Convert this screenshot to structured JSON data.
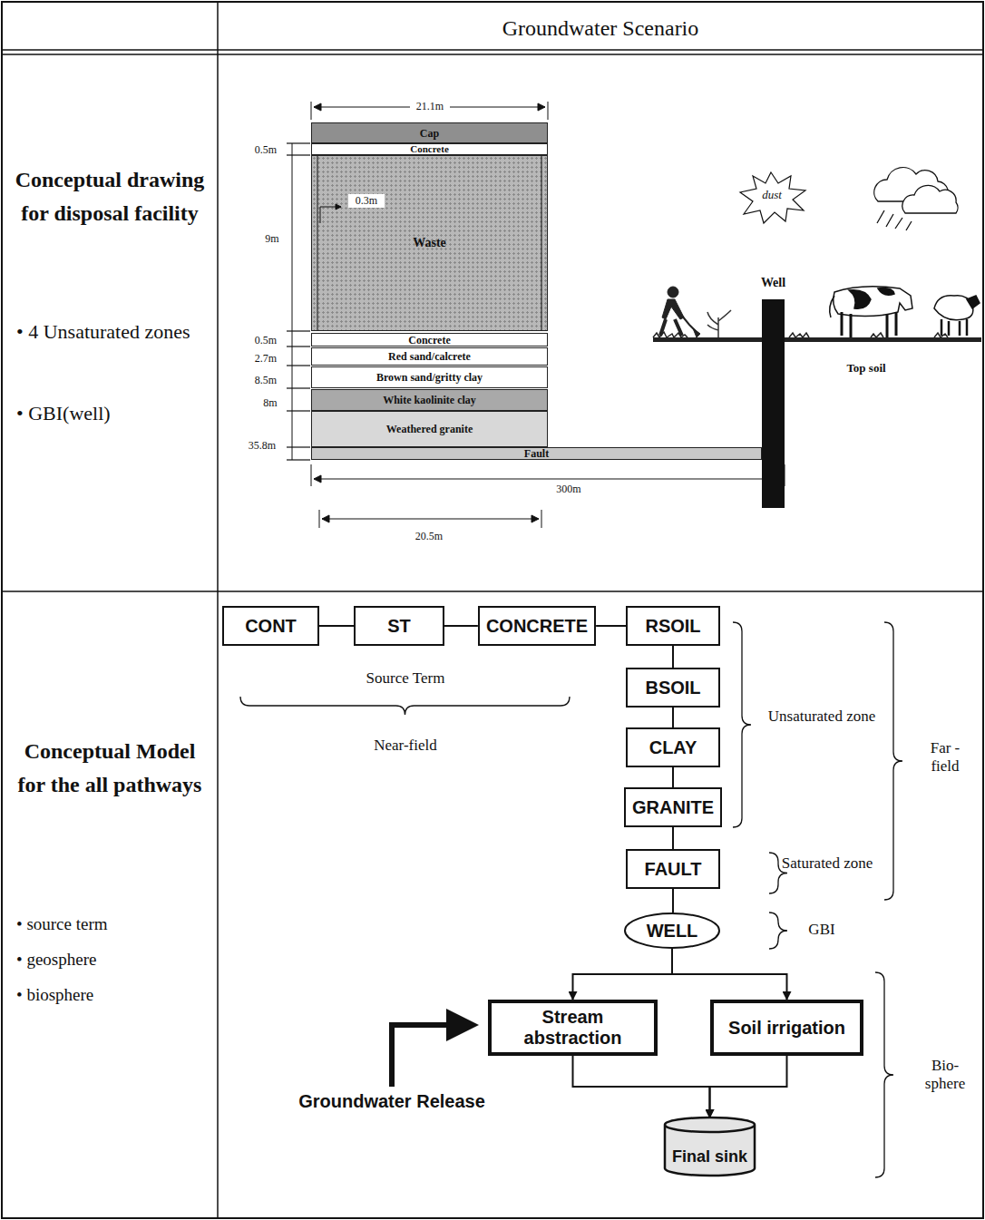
{
  "diagram": {
    "nodes": [
      {
        "text": [
          "Cap"
        ]
      },
      {
        "text": [
          "Concrete"
        ]
      },
      {
        "text": [
          "Waste"
        ]
      },
      {
        "text": [
          "Concrete"
        ]
      },
      {
        "text": [
          "Red sand/calcrete"
        ]
      },
      {
        "text": [
          "Brown sand/gritty clay"
        ]
      },
      {
        "text": [
          "White kaolinite clay"
        ]
      },
      {
        "text": [
          "Weathered granite"
        ]
      },
      {
        "text": [
          "Fault"
        ]
      },
      {
        "text": [
          "Well"
        ]
      },
      {
        "text": [
          "CONT"
        ]
      },
      {
        "text": [
          "ST"
        ]
      },
      {
        "text": [
          "CONCRETE"
        ]
      },
      {
        "text": [
          "RSOIL"
        ]
      },
      {
        "text": [
          "BSOIL"
        ]
      },
      {
        "text": [
          "CLAY"
        ]
      },
      {
        "text": [
          "GRANITE"
        ]
      },
      {
        "text": [
          "FAULT"
        ]
      },
      {
        "text": [
          "WELL"
        ]
      },
      {
        "text": [
          "Stream abstraction"
        ]
      },
      {
        "text": [
          "Soil irrigation"
        ]
      },
      {
        "text": [
          "Final sink"
        ]
      }
    ],
    "edges": [
      {
        "from": 10,
        "to": 11,
        "arrow": "none"
      },
      {
        "from": 11,
        "to": 12,
        "arrow": "none"
      },
      {
        "from": 12,
        "to": 13,
        "arrow": "none"
      },
      {
        "from": 13,
        "to": 14,
        "arrow": "none"
      },
      {
        "from": 14,
        "to": 15,
        "arrow": "none"
      },
      {
        "from": 15,
        "to": 16,
        "arrow": "none"
      },
      {
        "from": 16,
        "to": 17,
        "arrow": "none"
      },
      {
        "from": 17,
        "to": 18,
        "arrow": "none"
      },
      {
        "from": 18,
        "to": 19,
        "arrow": "to"
      },
      {
        "from": 18,
        "to": 20,
        "arrow": "to"
      },
      {
        "from": 19,
        "to": 21,
        "arrow": "to"
      },
      {
        "from": 20,
        "to": 21,
        "arrow": "to"
      }
    ],
    "labels": [
      "Groundwater Scenario",
      "Conceptual drawing for disposal facility",
      "• 4 Unsaturated zones",
      "• GBI(well)",
      "Conceptual Model for the all pathways",
      "• source term",
      "• geosphere",
      "• biosphere",
      "21.1m",
      "0.5m",
      "9m",
      "0.3m",
      "0.5m",
      "2.7m",
      "8.5m",
      "8m",
      "35.8m",
      "300m",
      "20.5m",
      "dust",
      "Top soil",
      "Source Term",
      "Near-field",
      "Unsaturated zone",
      "Far -field",
      "Saturated zone",
      "GBI",
      "Bio- sphere",
      "Groundwater Release"
    ]
  }
}
